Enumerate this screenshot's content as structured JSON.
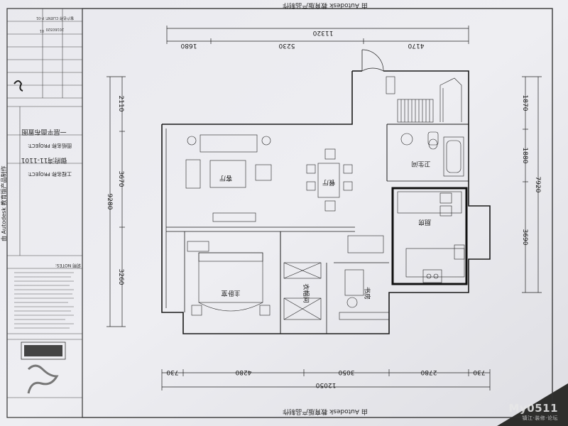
{
  "sheet": {
    "header_top": "由 Autodesk 教育版产品制作",
    "header_bottom": "由 Autodesk 教育版产品制作",
    "header_left": "由 Autodesk 教育版产品制作"
  },
  "title_block": {
    "project_label": "工程名称 PROJECT:",
    "project_value": "御府湾11-1101",
    "drawing_label": "图纸名称 PROJECT:",
    "drawing_value": "一层平面布置图",
    "client_label": "客户名称 CLIENT:",
    "sheet_no": "P-01",
    "sheet_count": "01",
    "date": "20160320",
    "notes_label": "说明 NOTES:"
  },
  "dimensions": {
    "top_overall": "11320",
    "top_segments": [
      "1680",
      "5230",
      "4170"
    ],
    "bottom_overall": "12050",
    "bottom_segments": [
      "730",
      "4280",
      "3050",
      "2780",
      "730"
    ],
    "left_overall": "9280",
    "left_segments": [
      "2110",
      "3670",
      "3260"
    ],
    "right_overall": "7920",
    "right_segments": [
      "1870",
      "1880",
      "3690"
    ]
  },
  "rooms": {
    "living": "客厅",
    "dining": "餐厅",
    "kitchen": "厨房",
    "bathroom": "卫生间",
    "master_bedroom": "主卧室",
    "closet": "衣帽间",
    "study": "书房"
  },
  "watermark": {
    "brand": "My0511",
    "sub": "镇江·装修·论坛"
  }
}
